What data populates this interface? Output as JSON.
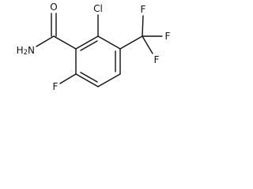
{
  "molecule": {
    "labels": {
      "oxygen": "O",
      "amide_nitrogen": "H2N",
      "chlorine": "Cl",
      "fluorine_ring": "F",
      "cf3_fluorine_top": "F",
      "cf3_fluorine_right": "F",
      "cf3_fluorine_bottom": "F"
    }
  }
}
